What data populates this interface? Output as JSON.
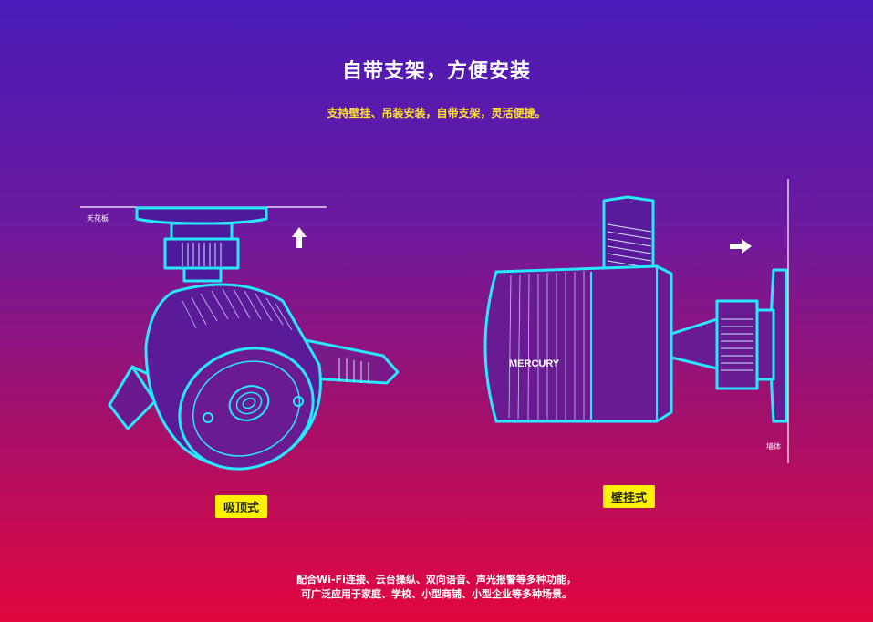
{
  "header": {
    "title": "自带支架，方便安装",
    "subtitle": "支持壁挂、吊装安装，自带支架，灵活便捷。"
  },
  "ceiling_mount": {
    "surface_label": "天花板",
    "mode_label": "吸顶式"
  },
  "wall_mount": {
    "surface_label": "墙体",
    "mode_label": "壁挂式",
    "brand_text": "MERCURY"
  },
  "footer": {
    "line1": "配合Wi-Fi连接、云台操纵、双向语音、声光报警等多种功能，",
    "line2": "可广泛应用于家庭、学校、小型商铺、小型企业等多种场景。"
  },
  "colors": {
    "outline": "#27e8ff",
    "badge": "#fff200",
    "subtitle": "#ffe52b"
  },
  "icons": [
    "arrow-up-icon",
    "arrow-right-icon"
  ]
}
